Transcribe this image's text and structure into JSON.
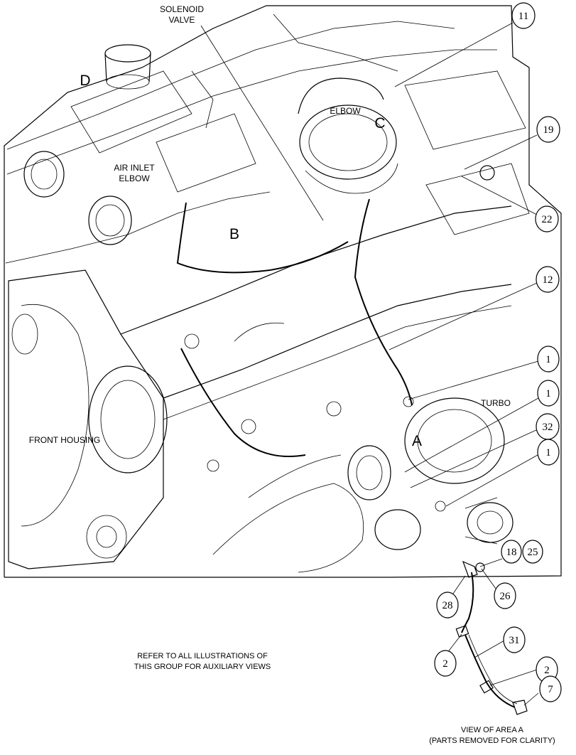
{
  "labels": {
    "solenoid_valve_line1": "SOLENOID",
    "solenoid_valve_line2": "VALVE",
    "elbow": "ELBOW",
    "air_inlet_elbow_line1": "AIR INLET",
    "air_inlet_elbow_line2": "ELBOW",
    "turbo": "TURBO",
    "front_housing": "FRONT HOUSING"
  },
  "area_markers": {
    "a": "A",
    "b": "B",
    "c": "C",
    "d": "D"
  },
  "callouts": {
    "c11": "11",
    "c19": "19",
    "c22": "22",
    "c12": "12",
    "c1a": "1",
    "c1b": "1",
    "c32": "32",
    "c1c": "1",
    "c18": "18",
    "c25": "25",
    "c26": "26",
    "c28": "28",
    "c31": "31",
    "c2a": "2",
    "c2b": "2",
    "c7": "7"
  },
  "notes": {
    "refer_line1": "REFER TO ALL ILLUSTRATIONS OF",
    "refer_line2": "THIS GROUP FOR AUXILIARY VIEWS",
    "view_line1": "VIEW OF AREA A",
    "view_line2": "(PARTS REMOVED FOR CLARITY)"
  }
}
